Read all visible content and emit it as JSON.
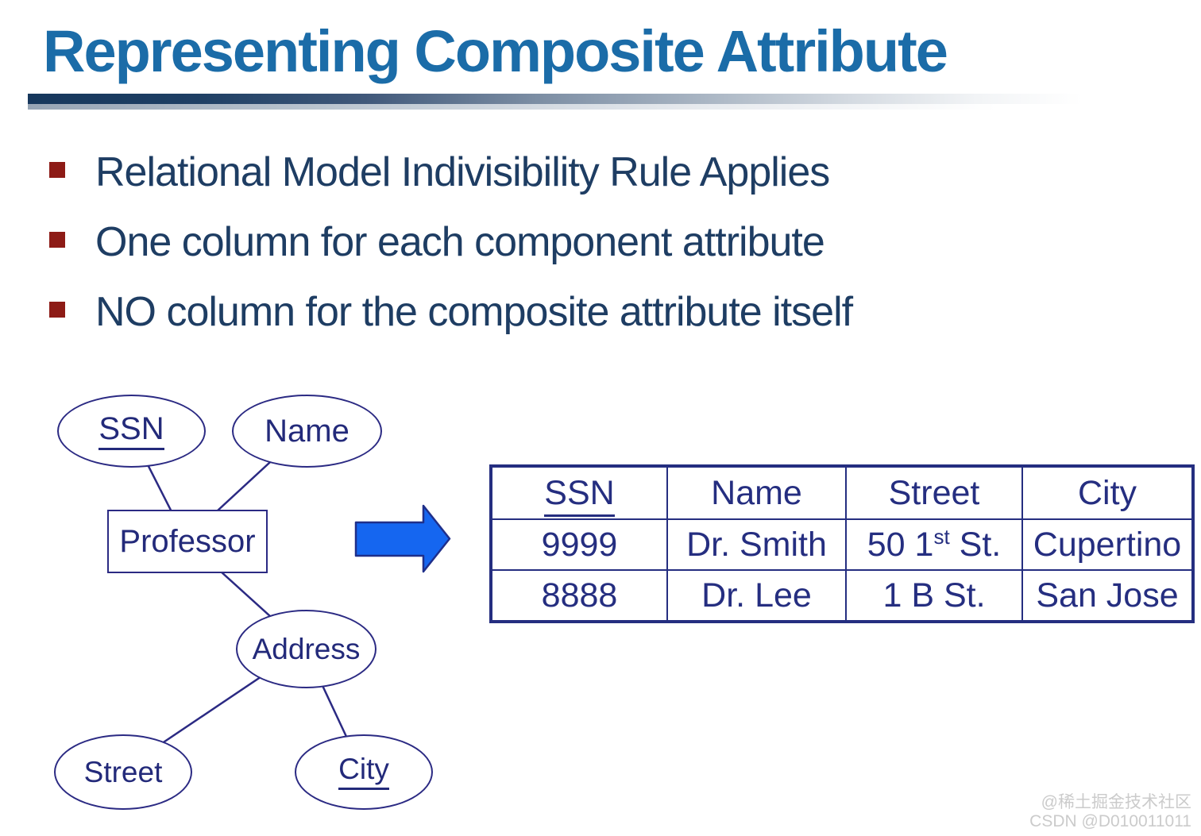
{
  "title": "Representing Composite Attribute",
  "bullets": [
    "Relational Model Indivisibility Rule Applies",
    "One column for each component attribute",
    "NO column for the composite attribute itself"
  ],
  "diagram": {
    "nodes": {
      "ssn": "SSN",
      "name": "Name",
      "professor": "Professor",
      "address": "Address",
      "street": "Street",
      "city": "City"
    },
    "underlined_nodes": [
      "SSN",
      "City"
    ],
    "connections": [
      [
        "SSN",
        "Professor"
      ],
      [
        "Name",
        "Professor"
      ],
      [
        "Professor",
        "Address"
      ],
      [
        "Address",
        "Street"
      ],
      [
        "Address",
        "City"
      ]
    ]
  },
  "table": {
    "headers": [
      "SSN",
      "Name",
      "Street",
      "City"
    ],
    "underlined_header": "SSN",
    "rows": [
      [
        "9999",
        "Dr. Smith",
        "50 1st St.",
        "Cupertino"
      ],
      [
        "8888",
        "Dr. Lee",
        "1 B St.",
        "San Jose"
      ]
    ],
    "street_cell_parts": {
      "pre": "50 1",
      "sup": "st",
      "post": " St."
    }
  },
  "watermark": {
    "line1": "@稀土掘金技术社区",
    "line2": "CSDN @D010011011"
  },
  "colors": {
    "title_blue": "#1B6CA8",
    "body_text_navy": "#1E3D63",
    "bullet_red": "#8D1B16",
    "diagram_navy": "#2B2A83",
    "diagram_text_navy": "#232A7A",
    "table_navy": "#252E80",
    "arrow_fill_blue": "#1566F0",
    "arrow_stroke_navy": "#1F2F8A",
    "rule_gradient_start": "#16375C",
    "watermark_gray": "#CBCBCB"
  }
}
